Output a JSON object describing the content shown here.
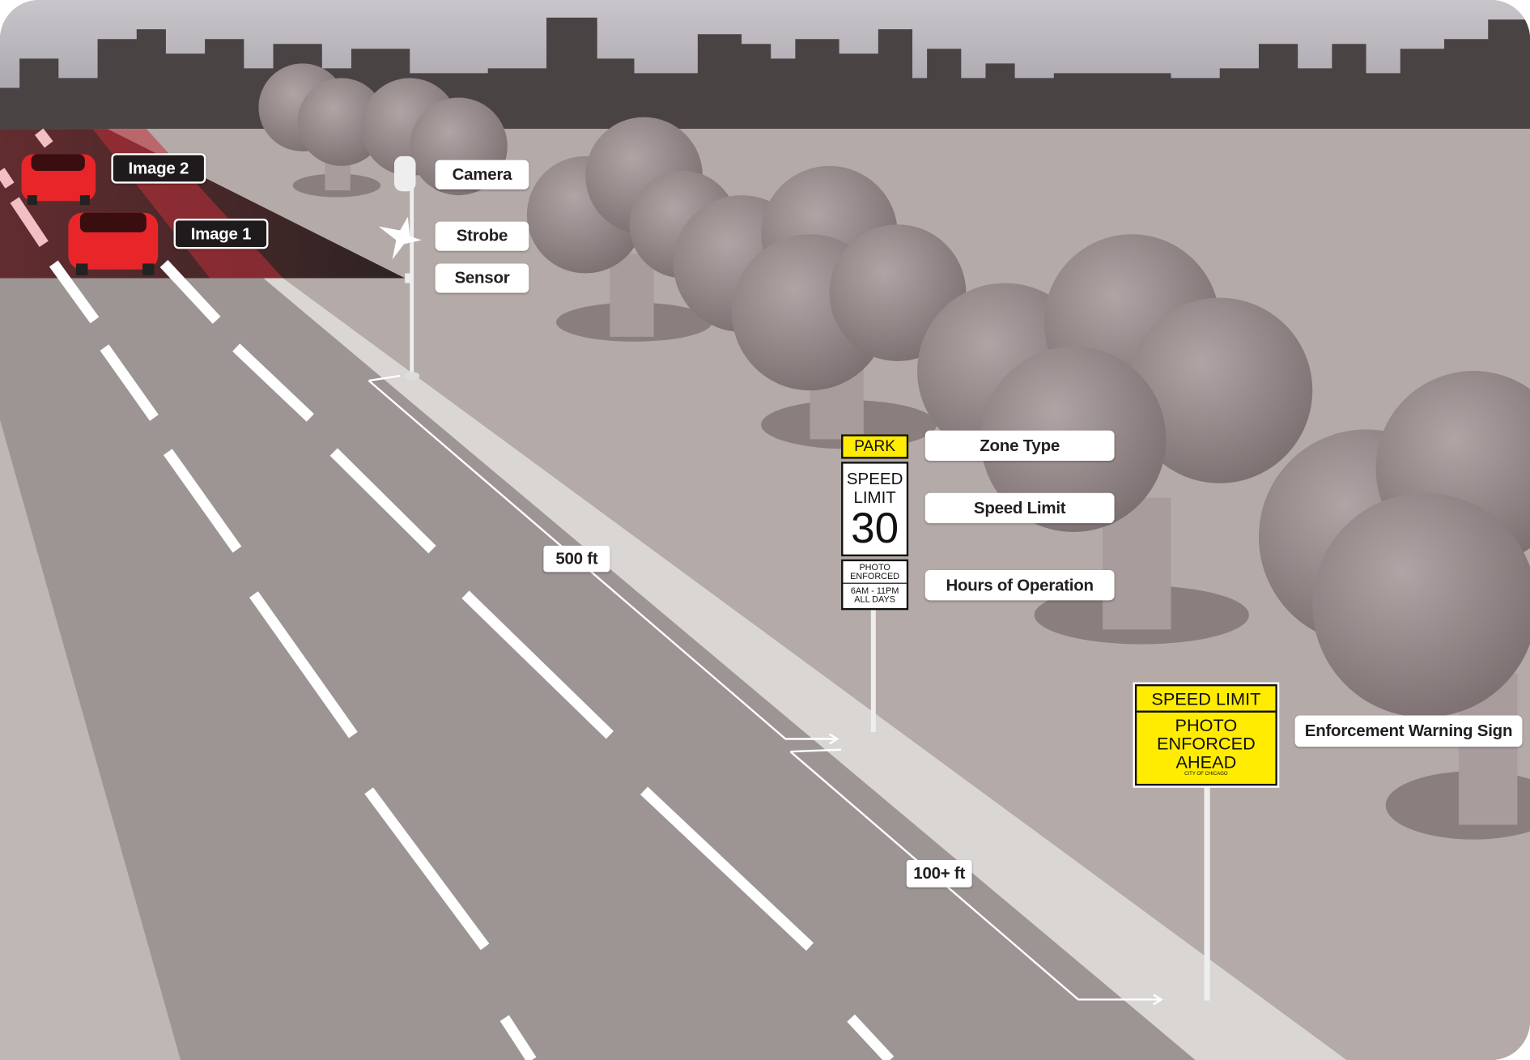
{
  "labels": {
    "image2": "Image 2",
    "image1": "Image 1",
    "camera": "Camera",
    "strobe": "Strobe",
    "sensor": "Sensor",
    "distance_500": "500 ft",
    "zone_type": "Zone Type",
    "speed_limit": "Speed Limit",
    "hours": "Hours of Operation",
    "warning_sign": "Enforcement Warning Sign",
    "distance_100": "100+ ft"
  },
  "park_sign": {
    "zone": "PARK",
    "line1": "SPEED",
    "line2": "LIMIT",
    "speed": "30",
    "photo1": "PHOTO",
    "photo2": "ENFORCED",
    "hours1": "6AM - 11PM",
    "hours2": "ALL DAYS"
  },
  "warning": {
    "header": "SPEED LIMIT",
    "line1": "PHOTO",
    "line2": "ENFORCED",
    "line3": "AHEAD",
    "footer": "CITY OF CHICAGO"
  },
  "colors": {
    "sign_yellow": "#ffec00",
    "car_red": "#e8262a",
    "label_dark": "#1f1a1b"
  }
}
